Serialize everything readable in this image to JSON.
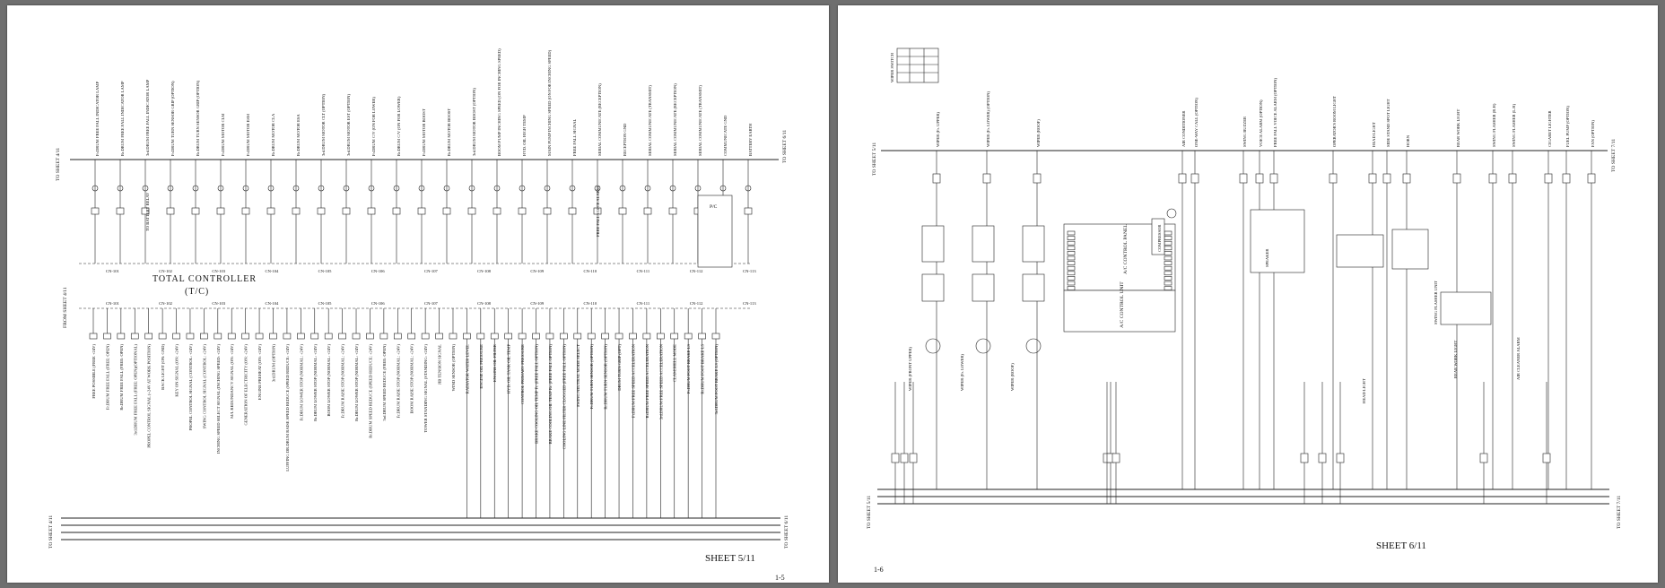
{
  "left_page": {
    "sheet_label": "SHEET 5/11",
    "page_number": "1-5",
    "controller": {
      "name": "TOTAL CONTROLLER",
      "abbr": "(T/C)"
    },
    "edge_labels": {
      "to_top": "TO SHEET 4/11",
      "to_top_right": "TO SHEET 6/11",
      "from_mid": "FROM SHEET 4/11",
      "bottom_left": "TO SHEET 4/11",
      "bottom_right": "TO SHEET 6/11"
    },
    "top_outputs": [
      "Fr.DRUM FREE FALL INDICATOR LAMP",
      "Rr.DRUM FREE FALL INDICATOR LAMP",
      "3rd.DRUM FREE FALL INDICATOR LAMP",
      "Fr.DRUM TURN SENSOR GRIP (OPTION)",
      "Rr.DRUM TURN SENSOR GRIP (OPTION)",
      "Fr.DRUM MOTOR CLM",
      "Fr.DRUM MOTOR ESM",
      "Rr.DRUM MOTOR CLA",
      "Rr.DRUM MOTOR ESA",
      "3rd.DRUM MOTOR CLT (OPTION)",
      "3rd.DRUM MOTOR EST (OPTION)",
      "Fr.DRUM C/V (ON FOR LOWER)",
      "Rr.DRUM C/V (ON FOR LOWER)",
      "Fr.DRUM MOTOR BOOST",
      "Rr.DRUM MOTOR BOOST",
      "3rd.DRUM MOTOR BOOST (OPTION)",
      "BOOM PUMP INCHING SPEED (ON FOR INCHING SPEED)",
      "HYD. OIL HIGH TEMP",
      "MAIN PUMP INCHING SPEED (ON FOR INCHING SPEED)",
      "FREE FALL SIGNAL",
      "SERIAL COMMUNICATE (RECEPTION)",
      "RECEPTION GND",
      "SERIAL COMMUNICATE (TRANSMIT)",
      "SERIAL COMMUNICATE (RECEPTION)",
      "SERIAL COMMUNICATE (TRANSMIT)",
      "COMMUNICATE GND",
      "BATTERY EARTH"
    ],
    "bottom_inputs": [
      "FREE POSSIBLE (FREE +24V)",
      "Fr.DRUM FREE FALL (FREE: OPEN)",
      "Rr.DRUM FREE FALL (FREE: OPEN)",
      "3rd.DRUM FREE FALL (FREE: OPEN)(OPTIONAL)",
      "PROPEL CONTROL SIGNAL (+24V AT WORK POSITION)",
      "BACK LIGHT (ON: GND)",
      "KEY ON SIGNAL (ON: +24V)",
      "PROPEL CONTROL SIGNAL (CONTROL: +24V)",
      "SWING CONTROL SIGNAL (CONTROL: +24V)",
      "INCHING SPEED SELECT SIGNAL (INCHING SPEED: +24V)",
      "M/L REDUNDANCY SIGNAL (ON: +24V)",
      "GENERATION OF ELECTRICITY (ON: +24V)",
      "ENGINE PREHEAT (ON: +24V)",
      "3rd.DRUM (OPTION)",
      "LUFFING DR.DRUM RAISE SPEED REDUCE (SPEED REDUCE: +24V)",
      "Fr.DRUM LOWER STOP (NORMAL: +24V)",
      "Rr.DRUM LOWER STOP (NORMAL: +24V)",
      "BOOM LOWER STOP (NORMAL: +24V)",
      "Fr.DRUM RAISE STOP (NORMAL: +24V)",
      "Rr.DRUM LOWER STOP (NORMAL: +24V)",
      "Rr.DRUM SPEED REDUCE (SPEED REDUCE: +24V)",
      "3rd.DRUM SPEED REDUCE (FREE: OPEN)",
      "Fr.DRUM RAISE STOP (NORMAL: +24V)",
      "BOOM RAISE STOP (NORMAL: +24V)",
      "TOWER STANDING SIGNAL (STANDING: +24V)",
      "JIB TENSION SIGNAL",
      "WIND SENSOR (OPTION)",
      "RADIATOR WATER LEVEL",
      "ENGINE OIL PRESSURE",
      "ENGINE OIL FILTER",
      "HYD. OIL TANK OIL TEMP",
      "CONTROL PRIMARY PRESSURE",
      "BRAKE COOLING OIL TEMP Fr. (FREE FALL OPTION)",
      "BRAKE COOLING OIL TEMP Rr. (FREE FALL OPTION)",
      "COOLING LINE FILTER CLOGGED (FREE FALL OPTION)",
      "SWING NEUTRAL MODE SELECT",
      "Fr.DRUM TURN SENSOR (OPTION)",
      "Rr.DRUM TURN SENSOR (OPTION)",
      "DRUM TURN GRIP (OPT)",
      "Fr.DRUM FREE SPEED ACCELERATION",
      "Rr.DRUM FREE SPEED ACCELERATION",
      "3rd.DRUM FREE SPEED ACCELERATION",
      "CLAMSHELL MODE",
      "Fr.DRUM FOOT BRAKE LS",
      "Rr.DRUM FOOT BRAKE LS",
      "3rd.DRUM FOOT BRAKE LS (OPTION)"
    ],
    "connectors": [
      "CN-101",
      "CN-102",
      "CN-103",
      "CN-104",
      "CN-105",
      "CN-106",
      "CN-107",
      "CN-108",
      "CN-109",
      "CN-110",
      "CN-111",
      "CN-112",
      "CN-113"
    ],
    "pc_label": "P/C",
    "extra_notes": [
      "TO BATTERY RELAY",
      "FREE FALL VOICE ALARM"
    ]
  },
  "right_page": {
    "sheet_label": "SHEET 6/11",
    "page_number": "1-6",
    "edge_labels": {
      "to_top_left": "TO SHEET 5/11",
      "to_top_right": "TO SHEET 7/11",
      "to_bottom_left": "TO SHEET 5/11",
      "to_bottom_right": "TO SHEET 7/11"
    },
    "top_loads": [
      "WIPER (Fr. UPPER)",
      "WIPER (Fr. LOWER) (OPTION)",
      "WIPER (ROOF)",
      "AIR CONDITIONER",
      "ONE-WAY CALL (OPTION)",
      "SWING BUZZER",
      "VOICE ALARM (OPTION)",
      "FREE FALL VOICE ALARM (OPTION)",
      "OPERATOR'S ROOM LIGHT",
      "HEAD LIGHT",
      "SIDE STAND SPOT LIGHT",
      "HORN",
      "REAR WORK LIGHT",
      "SWING FLASHER (R.H)",
      "SWING FLASHER (L.H)",
      "CIGARET LIGHTER",
      "FUEL PUMP (OPTION)",
      "FAN (OPTION)"
    ],
    "components": {
      "ac_panel": "A/C CONTROL PANEL",
      "ac_unit": "A/C CONTROL UNIT",
      "wiper_switch": "WIPER SWITCH",
      "motors": [
        "WIPER (FRONT UPPER)",
        "WIPER (Fr. LOWER)",
        "WIPER (ROOF)"
      ],
      "compressor": "COMPRESSOR",
      "speaker": "SPEAKER",
      "swing_flasher_unit": "SWING FLASHER UNIT",
      "head_light": "HEAD LIGHT",
      "rear_work_light": "REAR WORK LIGHT",
      "air_cleaner_alarm": "AIR CLEANER ALARM"
    }
  }
}
